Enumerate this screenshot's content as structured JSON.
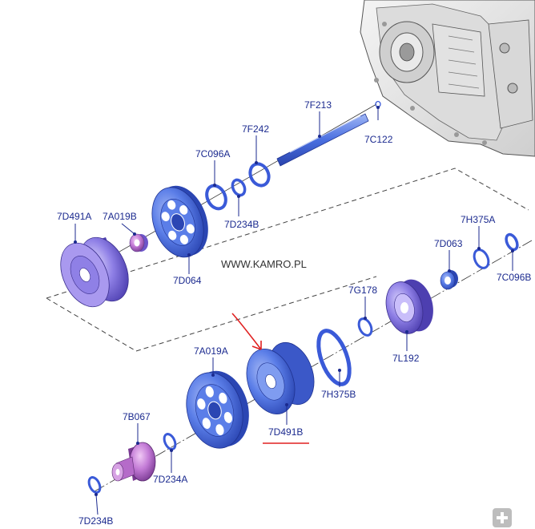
{
  "watermark": "WWW.KAMRO.PL",
  "labels": {
    "7F213": "7F213",
    "7C122": "7C122",
    "7F242": "7F242",
    "7C096A": "7C096A",
    "7D234B_top": "7D234B",
    "7D491A": "7D491A",
    "7A019B": "7A019B",
    "7D064": "7D064",
    "7H375A": "7H375A",
    "7D063": "7D063",
    "7C096B": "7C096B",
    "7G178": "7G178",
    "7L192": "7L192",
    "7A019A": "7A019A",
    "7H375B": "7H375B",
    "7D491B": "7D491B",
    "7B067": "7B067",
    "7D234A": "7D234A",
    "7D234B_bottom": "7D234B"
  },
  "colors": {
    "part_blue": "#4a6fe0",
    "part_light": "#8fa6ef",
    "part_purple": "#9a86e8",
    "part_violet": "#c37bd6",
    "label": "#1b2a8f",
    "highlight": "#e02020",
    "housing": "#e6e6e6"
  },
  "icons": {
    "zoom": "plus-icon"
  }
}
